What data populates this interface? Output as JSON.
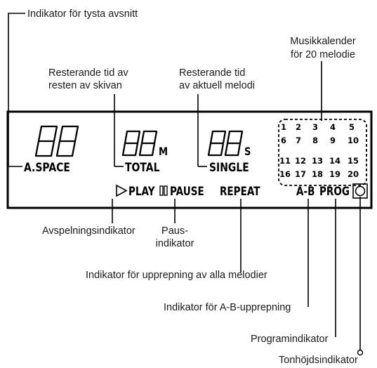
{
  "callouts": {
    "silence": "Indikator för tysta avsnitt",
    "calendar_l1": "Musikkalender",
    "calendar_l2": "för 20 melodie",
    "total_l1": "Resterande tid av",
    "total_l2": "resten av skivan",
    "single_l1": "Resterande tid",
    "single_l2": "av aktuell melodi",
    "play": "Avspelningsindikator",
    "pause_l1": "Paus-",
    "pause_l2": "indikator",
    "repeat": "Indikator för upprepning av alla melodier",
    "ab": "Indikator för A-B-upprepning",
    "prog": "Programindikator",
    "pitch": "Tonhöjdsindikator"
  },
  "display": {
    "aspace": "A.SPACE",
    "total": "TOTAL",
    "single": "SINGLE",
    "unit_m": "M",
    "unit_s": "S",
    "play": "PLAY",
    "pause": "PAUSE",
    "repeat": "REPEAT",
    "ab": "A-B",
    "prog": "PROG"
  },
  "calendar_numbers": [
    "1",
    "2",
    "3",
    "4",
    "5",
    "6",
    "7",
    "8",
    "9",
    "10",
    "11",
    "12",
    "13",
    "14",
    "15",
    "16",
    "17",
    "18",
    "19",
    "20"
  ],
  "icons": {
    "play": "play-triangle-icon",
    "pause": "pause-bars-icon",
    "pitch": "pitch-circle-icon"
  }
}
